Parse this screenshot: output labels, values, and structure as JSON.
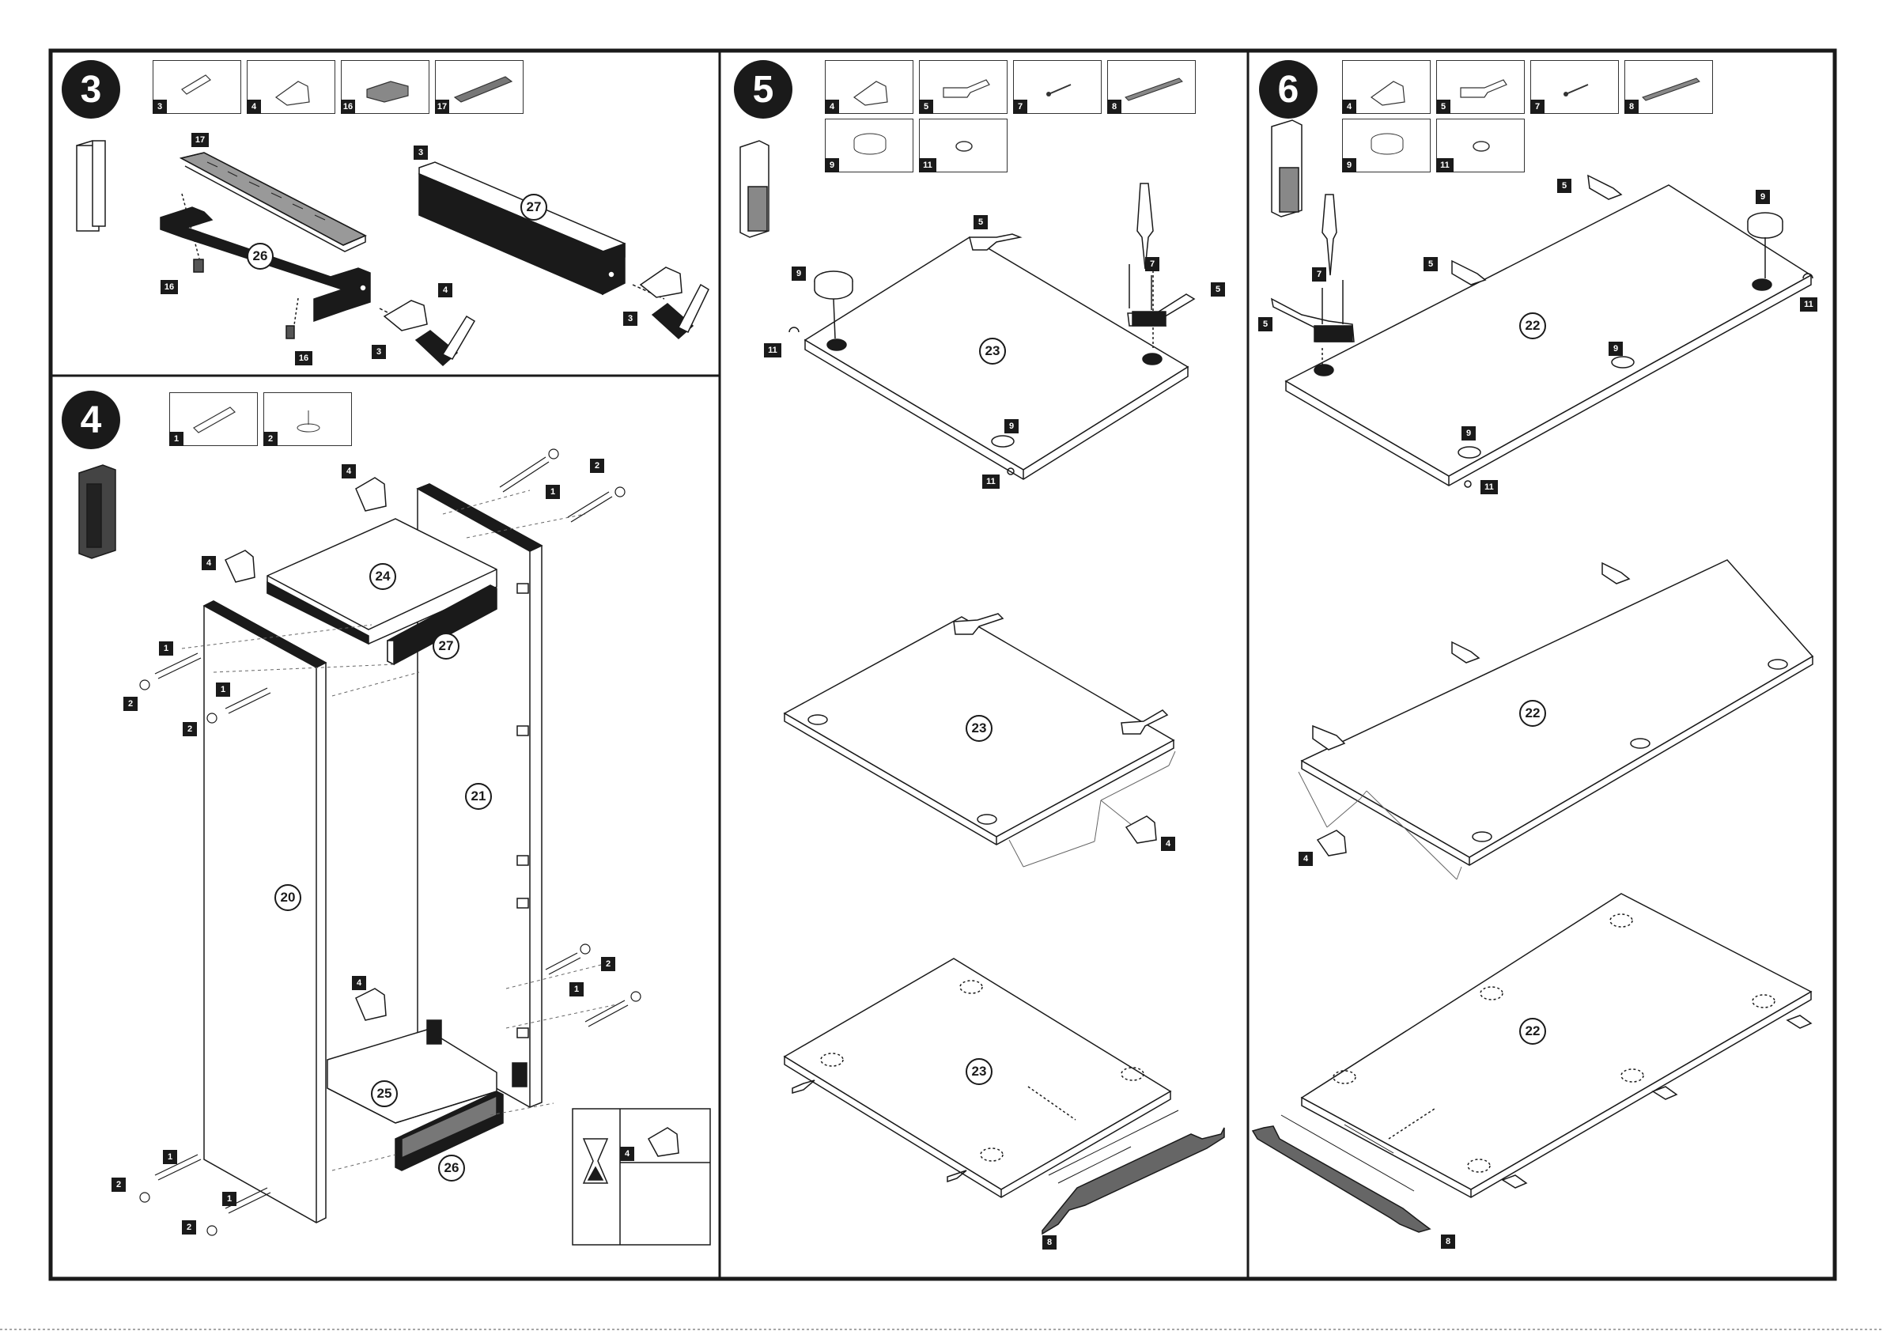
{
  "steps": {
    "s3": "3",
    "s4": "4",
    "s5": "5",
    "s6": "6"
  },
  "parts_step3": [
    "3",
    "4",
    "16",
    "17"
  ],
  "parts_step4": [
    "1",
    "2"
  ],
  "parts_step5": [
    "4",
    "5",
    "7",
    "8",
    "9",
    "11"
  ],
  "parts_step6": [
    "4",
    "5",
    "7",
    "8",
    "9",
    "11"
  ],
  "step3_labels": {
    "tray": "17",
    "plinth": "26",
    "board": "27",
    "dowel_a": "3",
    "dowel_b": "3",
    "dowel_top": "3",
    "glue_a": "4",
    "clip_a": "16",
    "clip_b": "16"
  },
  "step4_labels": {
    "top": "24",
    "rail": "27",
    "left": "20",
    "right": "21",
    "bottom": "25",
    "plinth": "26",
    "glue_top": "4",
    "glue_left": "4",
    "glue_mid": "4",
    "glue_box": "4"
  },
  "step4_hw": [
    "1",
    "2",
    "1",
    "2",
    "1",
    "2",
    "1",
    "2",
    "2",
    "1",
    "2",
    "1",
    "2",
    "1",
    "2",
    "1"
  ],
  "step5_labels": {
    "panel_a": "23",
    "panel_b": "23",
    "panel_c": "23",
    "hinge_top": "5",
    "hinge_right": "5",
    "screw": "7",
    "cup_top": "9",
    "cup_bottom": "9",
    "bump_left": "11",
    "bump_bottom": "11",
    "glue": "4",
    "strip": "8"
  },
  "step6_labels": {
    "panel_a": "22",
    "panel_b": "22",
    "panel_c": "22",
    "hinge_top": "5",
    "hinge_mid": "5",
    "hinge_left": "5",
    "screw": "7",
    "cup_right": "9",
    "cup_mid": "9",
    "cup_bottom": "9",
    "bump_right": "11",
    "bump_bottom": "11",
    "glue": "4",
    "strip": "8"
  }
}
